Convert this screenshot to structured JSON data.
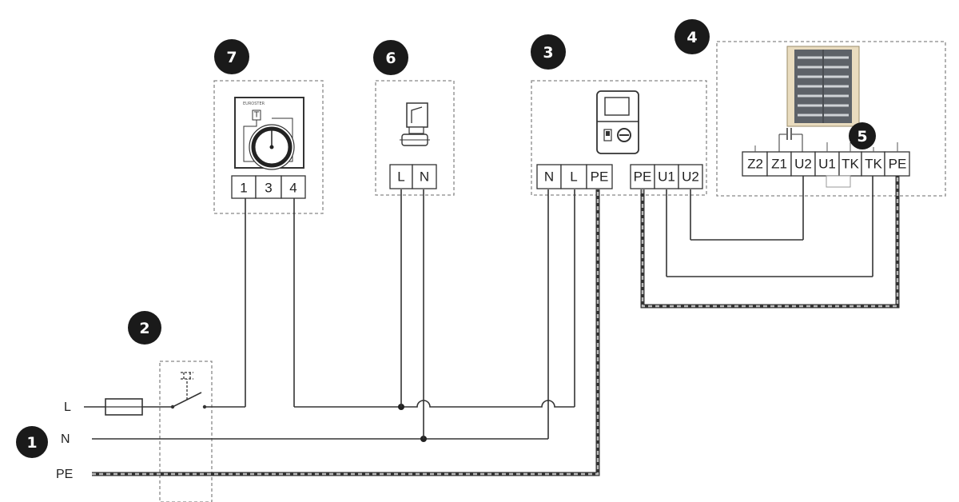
{
  "badges": [
    "1",
    "2",
    "3",
    "4",
    "5",
    "6",
    "7"
  ],
  "lines": {
    "L": "L",
    "N": "N",
    "PE": "PE"
  },
  "thermostat": {
    "terminals": [
      "1",
      "3",
      "4"
    ],
    "brand": "EUROSTER",
    "symbol": "T"
  },
  "valve": {
    "terminals": [
      "L",
      "N"
    ]
  },
  "controller": {
    "power_terminals": [
      "N",
      "L",
      "PE"
    ],
    "output_terminals": [
      "PE",
      "U1",
      "U2"
    ]
  },
  "heater": {
    "terminals": [
      "Z2",
      "Z1",
      "U2",
      "U1",
      "TK",
      "TK",
      "PE"
    ]
  },
  "colors": {
    "wire": "#333333",
    "ground_dash": "#333333",
    "box_border": "#888888",
    "badge": "#1a1a1a"
  }
}
